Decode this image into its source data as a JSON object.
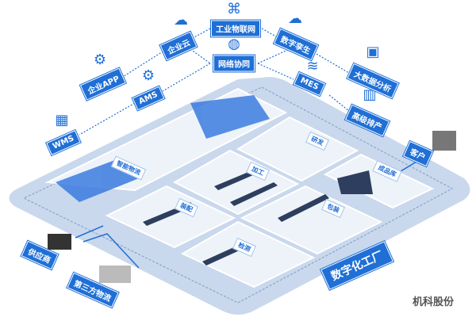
{
  "top_nodes": {
    "iot": "工业物联网",
    "network": "网络协同"
  },
  "left_nodes": {
    "cloud": "企业云",
    "app": "企业APP",
    "ams": "AMS",
    "wms": "WMS"
  },
  "right_nodes": {
    "twin": "数字孪生",
    "mes": "MES",
    "bigdata": "大数据分析",
    "scheduling": "高级排产"
  },
  "zones": {
    "logistics": "智能物流",
    "machining": "加工",
    "rnd": "研发",
    "finished": "成品库",
    "assembly": "装配",
    "packaging": "包装",
    "inspection": "检测"
  },
  "external": {
    "customer": "客户",
    "supplier": "供应商",
    "third_party": "第三方物流"
  },
  "title": "数字化工厂",
  "watermark": "机科股份",
  "colors": {
    "accent": "#1f6fd6",
    "platform": "#c9d8ec"
  }
}
